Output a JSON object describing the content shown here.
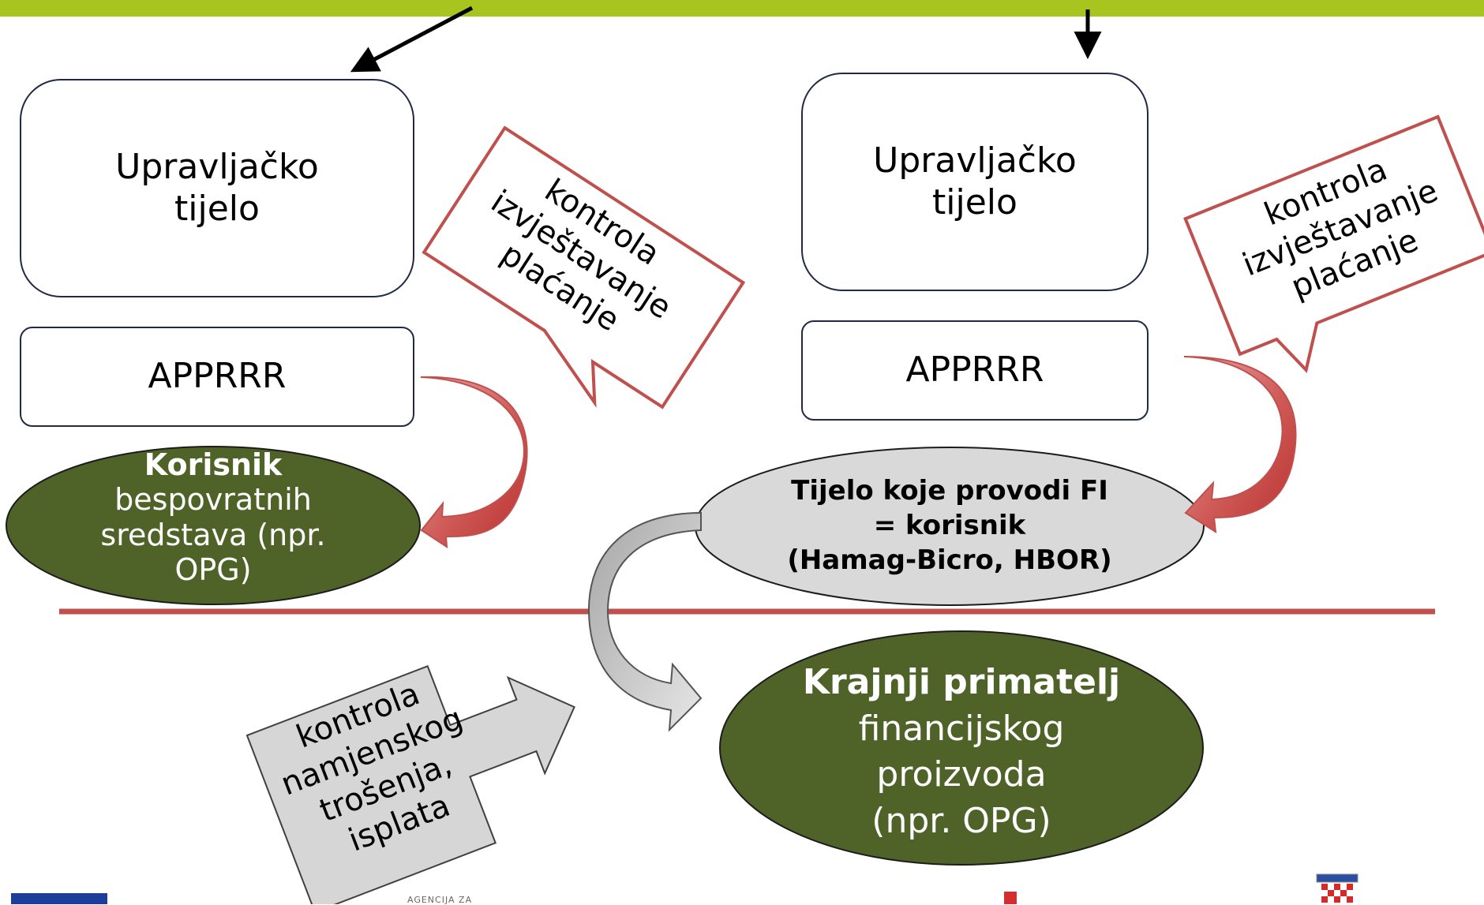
{
  "left": {
    "managing_authority": [
      "Upravljačko",
      "tijelo"
    ],
    "agency": "APPRRR",
    "beneficiary_title": "Korisnik",
    "beneficiary_desc": [
      "bespovratnih",
      "sredstava (npr.",
      "OPG)"
    ],
    "callout": [
      "kontrola",
      "izvještavanje",
      "plaćanje"
    ]
  },
  "right": {
    "managing_authority": [
      "Upravljačko",
      "tijelo"
    ],
    "agency": "APPRRR",
    "implementing_body": [
      "Tijelo koje provodi FI",
      "= korisnik",
      "(Hamag-Bicro, HBOR)"
    ],
    "callout": [
      "kontrola",
      "izvještavanje",
      "plaćanje"
    ]
  },
  "bottom": {
    "final_recipient_title": "Krajnji primatelj",
    "final_recipient_desc": [
      "financijskog",
      "proizvoda",
      "(npr. OPG)"
    ],
    "callout": [
      "kontrola",
      "namjenskog",
      "trošenja,",
      "isplata"
    ]
  },
  "footer": {
    "agency_logo_text": "AGENCIJA ZA"
  },
  "colors": {
    "top_bar": "#a8c51f",
    "olive_ellipse": "#4f6228",
    "grey_ellipse": "#d9d9d9",
    "divider": "#c0504d",
    "callout_border": "#c0504d",
    "red_arrow": "#c0504d"
  }
}
